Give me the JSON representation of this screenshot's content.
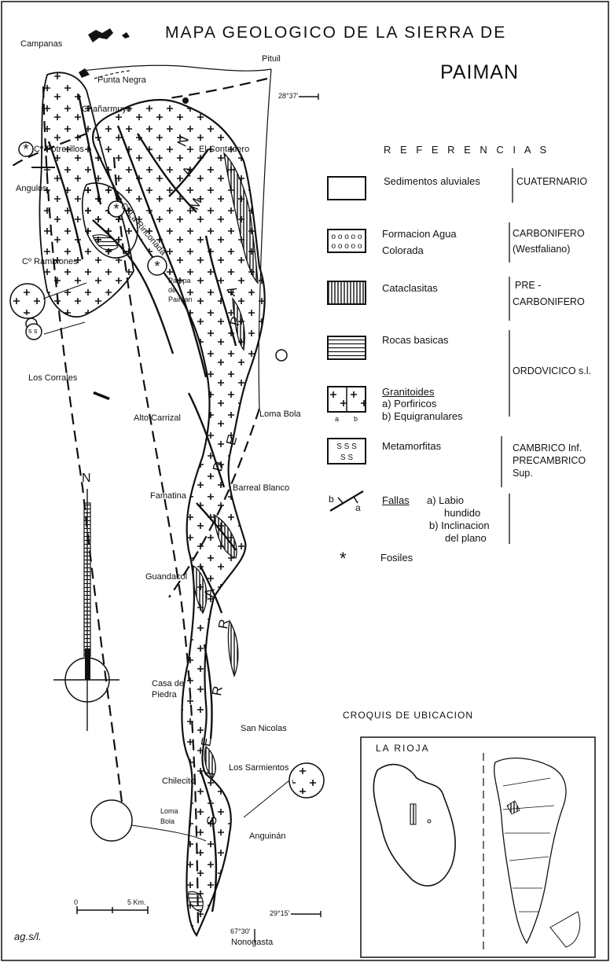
{
  "title": {
    "line1": "MAPA GEOLOGICO DE LA SIERRA DE",
    "line2": "PAIMAN"
  },
  "legend": {
    "heading": "R E F E R E N C I A S",
    "items": [
      {
        "label": "Sedimentos aluviales",
        "period": "CUATERNARIO"
      },
      {
        "label_line1": "Formacion Agua",
        "label_line2": "Colorada",
        "period_line1": "CARBONIFERO",
        "period_line2": "(Westfaliano)"
      },
      {
        "label": "Cataclasitas",
        "period_line1": "PRE -",
        "period_line2": "CARBONIFERO"
      },
      {
        "label": "Rocas basicas",
        "period": "ORDOVICICO s.l."
      },
      {
        "label_title": "Granitoides",
        "label_a": "a) Porfiricos",
        "label_b": "b) Equigranulares",
        "swatch_a": "a",
        "swatch_b": "b"
      },
      {
        "label": "Metamorfitas",
        "period_line1": "CAMBRICO Inf.",
        "period_line2": "PRECAMBRICO",
        "period_line3": "Sup."
      },
      {
        "label_title": "Fallas",
        "label_a1": "a) Labio",
        "label_a2": "hundido",
        "label_b1": "b) Inclinacion",
        "label_b2": "del plano",
        "symbol_b": "b",
        "symbol_a": "a"
      },
      {
        "symbol": "*",
        "label": "Fosiles"
      }
    ]
  },
  "places": {
    "campanas": "Campanas",
    "punta_negra": "Punta Negra",
    "pituil": "Pituil",
    "chanarmuyo": "Chañarmuyo",
    "potrerillos": "Cº Potrerillos",
    "el_contadero": "El Contadero",
    "angulos": "Angulos",
    "la_rinconada": "Cº La Rinconada",
    "rambiones": "Cº Rambiones",
    "pampa_1": "Pampa",
    "pampa_2": "de",
    "pampa_3": "Paiman",
    "los_corrales": "Los Corrales",
    "alto_carrizal": "Alto Carrizal",
    "loma_bola_n": "Loma Bola",
    "famatina": "Famatina",
    "barreal_blanco": "Barreal Blanco",
    "guandacol": "Guandacol",
    "casa_piedra_1": "Casa de",
    "casa_piedra_2": "Piedra",
    "san_nicolas": "San Nicolas",
    "los_sarmientos": "Los Sarmientos",
    "chilecito": "Chilecito",
    "loma_bola_s_1": "Loma",
    "loma_bola_s_2": "Bola",
    "anguinan": "Anguinán",
    "nonogasta": "Nonogasta"
  },
  "coordinates": {
    "lat_north": "28°37'",
    "lat_south": "29°15'",
    "long": "67°30'"
  },
  "sierra_letters": [
    "S",
    "I",
    "E",
    "R",
    "R",
    "A",
    "D",
    "E",
    "P",
    "A",
    "M",
    "A",
    "N"
  ],
  "circle_labels": {
    "ss": "s s"
  },
  "north_arrow": "N",
  "scale": {
    "zero": "0",
    "five": "5 Km."
  },
  "inset": {
    "title": "CROQUIS DE UBICACION",
    "province": "LA RIOJA"
  },
  "signature": "ag.s/l."
}
